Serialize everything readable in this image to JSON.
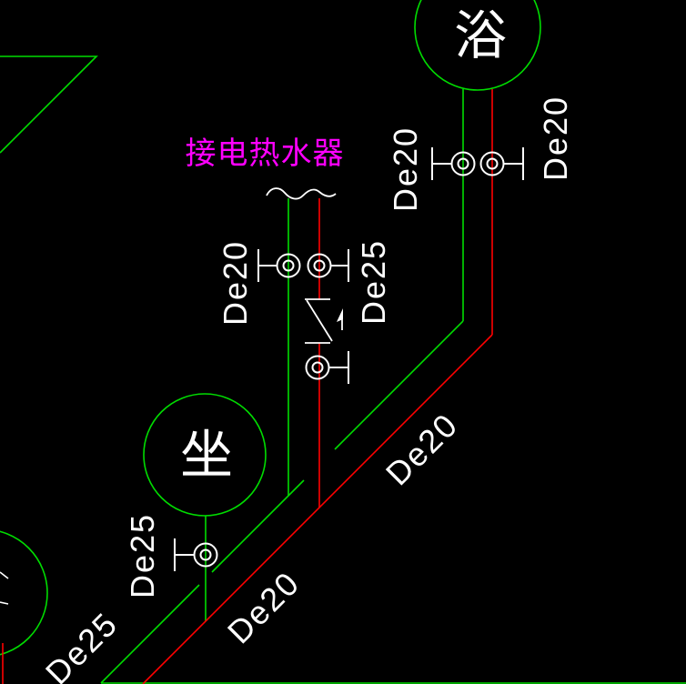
{
  "drawing": {
    "description": "CAD plumbing riser diagram fragment on black background",
    "annotation": {
      "text": "接电热水器",
      "color": "#ff00ff"
    },
    "fixtures": [
      {
        "label": "浴",
        "shape": "green-circle"
      },
      {
        "label": "坐",
        "shape": "green-circle"
      }
    ],
    "pipe_labels": [
      {
        "text": "De20",
        "location": "bath-riser-left-valve"
      },
      {
        "text": "De20",
        "location": "bath-riser-right-valve"
      },
      {
        "text": "De20",
        "location": "heater-branch-left-valve"
      },
      {
        "text": "De25",
        "location": "heater-branch-right-valve"
      },
      {
        "text": "De25",
        "location": "toilet-branch-valve"
      },
      {
        "text": "De25",
        "location": "bottom-left-diagonal-pipe"
      },
      {
        "text": "De20",
        "location": "bottom-middle-diagonal-pipe"
      },
      {
        "text": "De20",
        "location": "middle-right-diagonal-pipe"
      }
    ],
    "symbols": {
      "valves": [
        {
          "type": "stop-valve",
          "on": "green riser below 浴"
        },
        {
          "type": "stop-valve",
          "on": "red riser below 浴"
        },
        {
          "type": "stop-valve",
          "on": "green heater branch"
        },
        {
          "type": "stop-valve",
          "on": "red heater branch upper"
        },
        {
          "type": "stop-valve",
          "on": "red heater branch lower"
        },
        {
          "type": "stop-valve",
          "on": "green drop below 坐"
        }
      ],
      "other": [
        "pipe-break-wave",
        "expansion-joint-with-flow-arrow"
      ]
    },
    "colors": {
      "background": "#000000",
      "pipe_green": "#00dc00",
      "pipe_red": "#ff0000",
      "symbol_white": "#ffffff",
      "annotation_magenta": "#ff00ff"
    }
  }
}
